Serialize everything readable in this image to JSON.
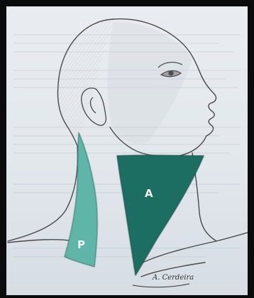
{
  "figure": {
    "labels": {
      "anterior_triangle": "A",
      "posterior_triangle": "P"
    },
    "signature": "A. Cerdeira",
    "colors": {
      "anterior_triangle": "#1f6e63",
      "posterior_triangle": "#5fb6a8",
      "paper": "#e6eaef",
      "sketch": "#4a4a4a"
    }
  }
}
